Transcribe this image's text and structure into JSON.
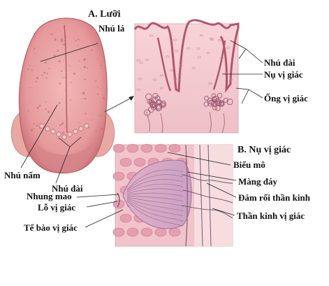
{
  "panel_a": {
    "title": "A. Lưỡi",
    "labels": {
      "foliate_papillae": "Nhú lá",
      "fungiform_papillae": "Nhú nấm",
      "circumvallate_papillae_left": "Nhú đài"
    }
  },
  "panel_detail": {
    "labels": {
      "circumvallate_papillae": "Nhú đài",
      "taste_bud": "Nụ vị giác",
      "taste_duct": "Ống vị giác"
    }
  },
  "panel_b": {
    "title": "B. Nụ vị giác",
    "labels": {
      "epithelium": "Biểu mô",
      "basement_membrane": "Màng đáy",
      "nerve_plexus": "Đám rối thần kinh",
      "gustatory_nerve": "Thần kinh vị giác",
      "microvilli": "Nhung mao",
      "taste_pore": "Lỗ vị giác",
      "taste_cells": "Tế bào vị giác"
    }
  },
  "colors": {
    "tongue": "#e9a0a0",
    "tongue_dark": "#c86c72",
    "tissue": "#f3c9cf",
    "tissue_dark": "#cf7f8c",
    "bud_cells": "#d9a3c0",
    "nerve": "#7a6a7a"
  }
}
